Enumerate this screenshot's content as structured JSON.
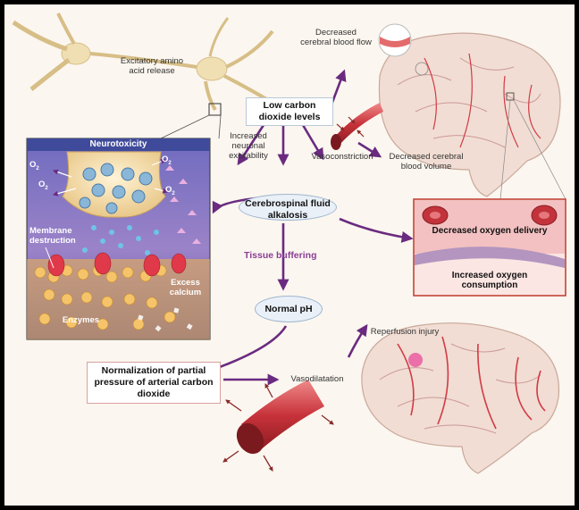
{
  "labels": {
    "excitatory": "Excitatory amino acid release",
    "decreased_flow": "Decreased cerebral blood flow",
    "low_co2": "Low carbon dioxide levels",
    "increased_excitability": "Increased neuronal excitability",
    "vasoconstriction": "Vasoconstriction",
    "decreased_volume": "Decreased cerebral blood volume",
    "neurotoxicity": "Neurotoxicity",
    "o2": "O",
    "o2_sub": "2",
    "membrane": "Membrane destruction",
    "excess_calcium": "Excess calcium",
    "enzymes": "Enzymes",
    "csf_alkalosis": "Cerebrospinal fluid alkalosis",
    "decreased_oxygen": "Decreased oxygen delivery",
    "increased_consumption": "Increased oxygen consumption",
    "tissue_buffering": "Tissue buffering",
    "normal_ph": "Normal pH",
    "reperfusion": "Reperfusion injury",
    "normalization": "Normalization of partial pressure of arterial carbon dioxide",
    "vasodilatation": "Vasodilatation"
  },
  "colors": {
    "arrow": "#6a2a80",
    "brain": "#f1ddd3",
    "vessel": "#d9434f",
    "panel_bg": "#3f4a9a",
    "box_border": "#c0392b"
  }
}
